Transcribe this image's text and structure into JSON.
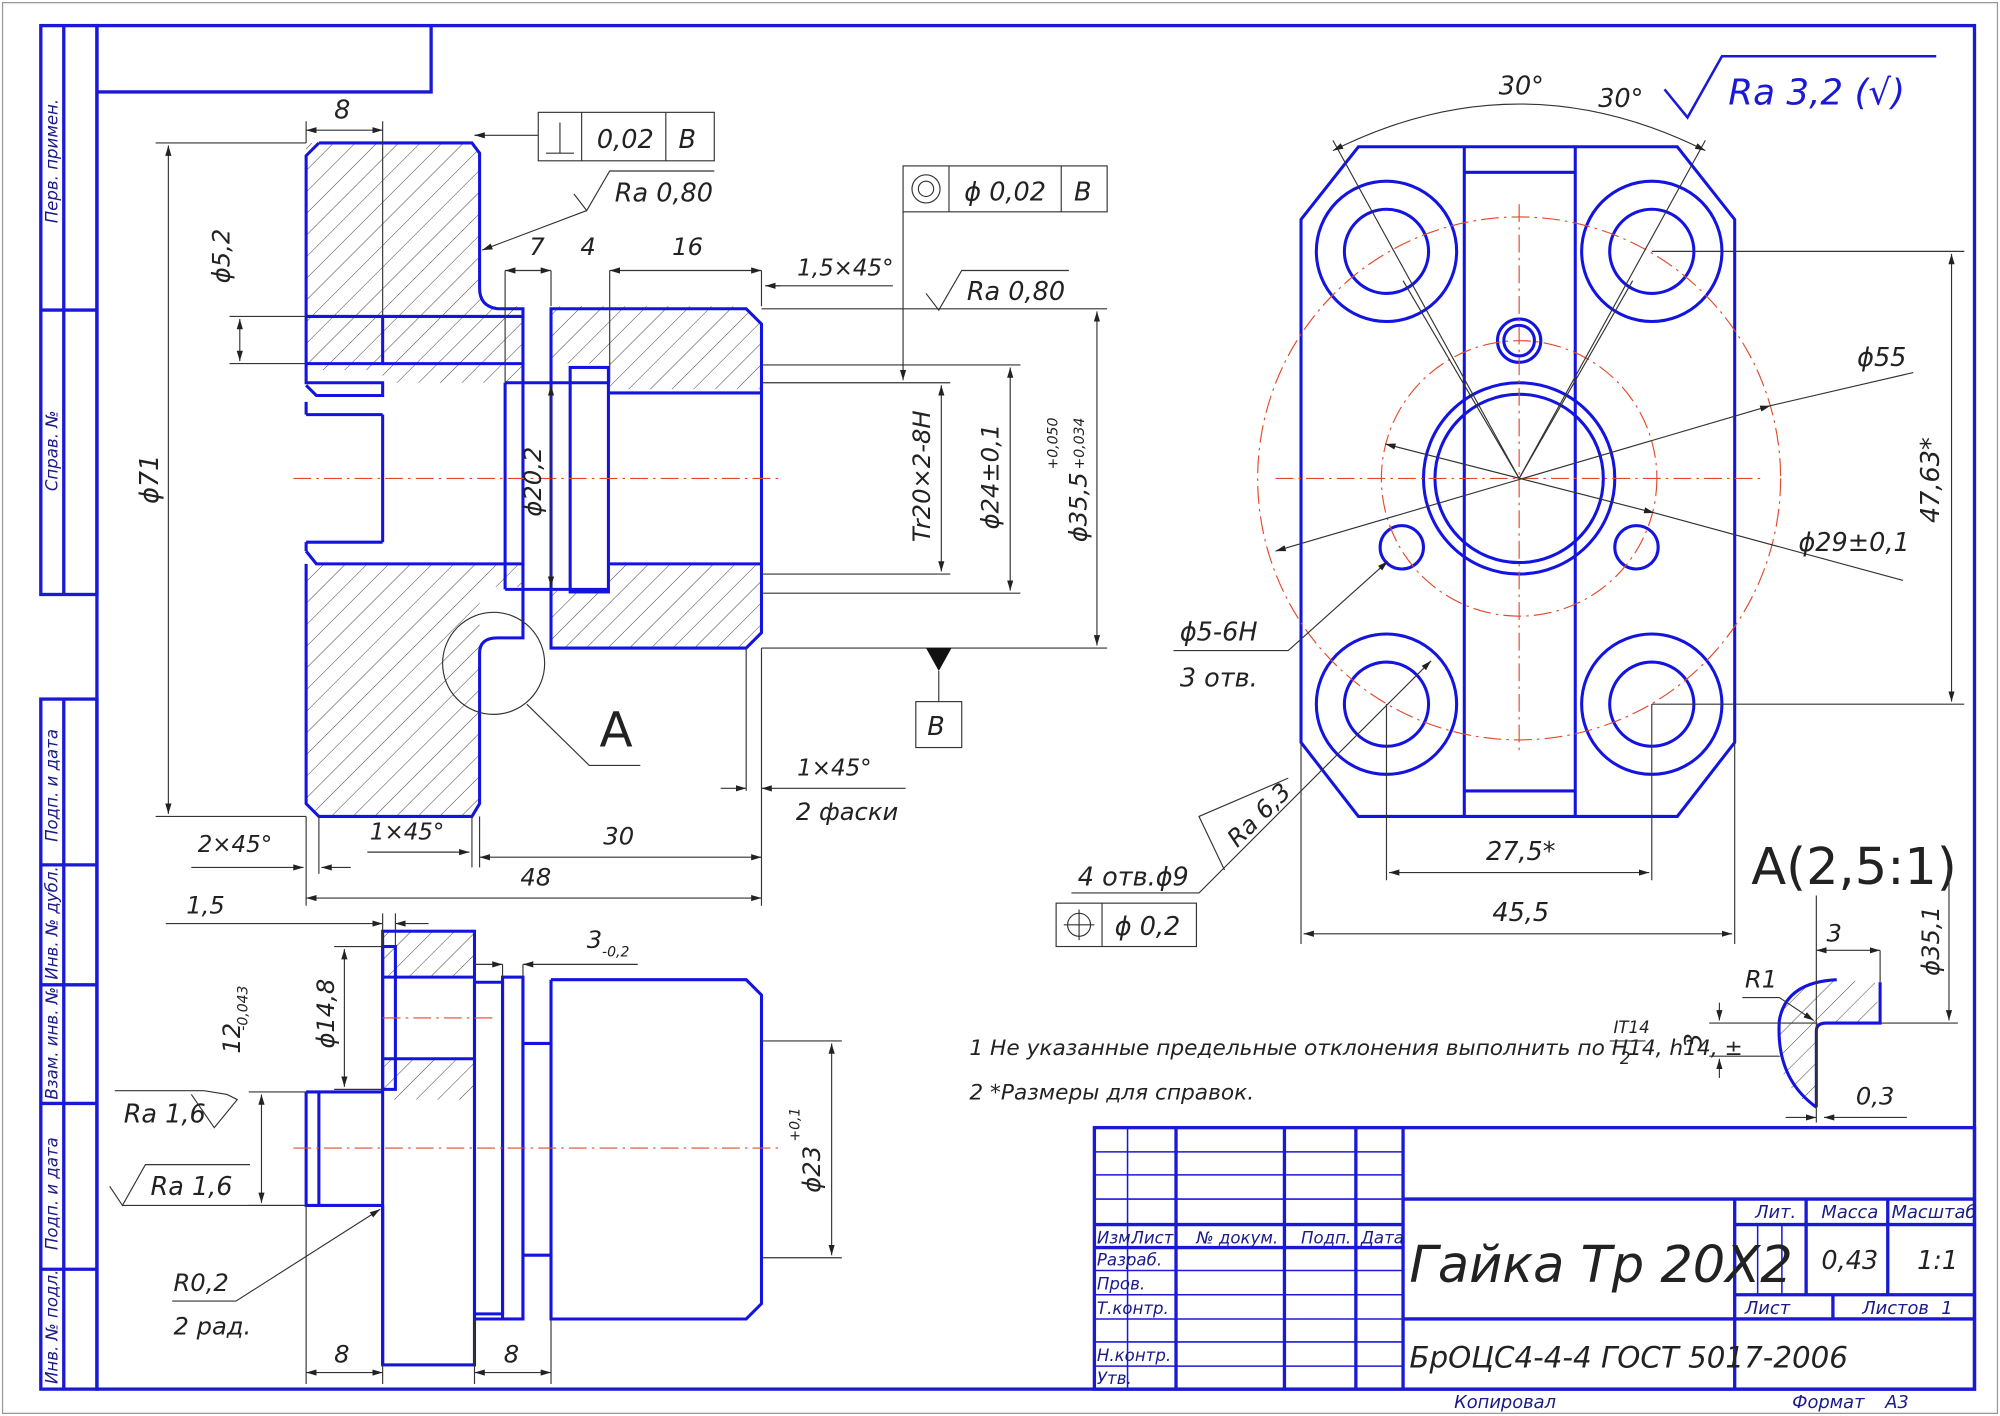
{
  "sidebar_stamps": [
    "Перв. примен.",
    "Справ. №",
    "Подп. и дата",
    "Инв. № дубл.",
    "Взам. инв. №",
    "Подп. и дата",
    "Инв. № подл."
  ],
  "dims_left": {
    "d8_top": "8",
    "d52": "ϕ5,2",
    "d71": "ϕ71",
    "d7": "7",
    "d4": "4",
    "d16": "16",
    "chamfer_top": "1,5×45°",
    "d202": "ϕ20,2",
    "thread": "Tr20×2-8H",
    "d24": "ϕ24±0,1",
    "d355": "ϕ35,5",
    "d355_tol_up": "+0,050",
    "d355_tol_lo": "+0,034",
    "chamfer_left": "2×45°",
    "chamfer_mid": "1×45°",
    "d30": "30",
    "d48": "48",
    "chamfer_right": "1×45°",
    "chamfer_right2": "2 фаски",
    "section_label": "А",
    "datum_label": "B"
  },
  "tolerance_frames": {
    "perp_value": "0,02",
    "perp_datum": "B",
    "conc_value": "ϕ 0,02",
    "conc_datum": "B",
    "pos_value": "ϕ 0,2"
  },
  "roughness": {
    "ra080_a": "Ra 0,80",
    "ra080_b": "Ra 0,80",
    "ra16_a": "Ra 1,6",
    "ra16_b": "Ra 1,6",
    "ra63": "Ra 6,3",
    "general": "Ra 3,2 (√)"
  },
  "dims_bottom": {
    "d15": "1,5",
    "d3": "3",
    "d3_tol": "-0,2",
    "d148": "ϕ14,8",
    "d12": "12",
    "d12_tol": "-0,043",
    "d23": "ϕ23",
    "d23_tol": "+0,1",
    "r02": "R0,2",
    "r02b": "2 рад.",
    "d8a": "8",
    "d8b": "8"
  },
  "dims_right": {
    "angle_a": "30°",
    "angle_b": "30°",
    "d55": "ϕ55",
    "d4763": "47,63*",
    "d29": "ϕ29±0,1",
    "d56": "ϕ5-6H",
    "d56b": "3 отв.",
    "d275": "27,5*",
    "d455": "45,5",
    "holes": "4 отв.ϕ9"
  },
  "detail": {
    "title": "А(2,5:1)",
    "r1": "R1",
    "d3a": "3",
    "d3b": "3",
    "d351": "ϕ35,1",
    "d03": "0,3"
  },
  "notes": [
    "1  Не указанные предельные отклонения выполнить по Н14, h14, ±",
    "2  *Размеры для справок."
  ],
  "note_fraction": {
    "num": "IT14",
    "den": "2"
  },
  "title_block": {
    "headers": [
      "Изм.",
      "Лист",
      "№ докум.",
      "Подп.",
      "Дата"
    ],
    "rows": [
      "Разраб.",
      "Пров.",
      "Т.контр.",
      "",
      "Н.контр.",
      "Утв."
    ],
    "part_name": "Гайка Тр 20Х2",
    "material": "БрОЦС4-4-4 ГОСТ 5017-2006",
    "lit_label": "Лит.",
    "mass_label": "Масса",
    "scale_label": "Масштаб",
    "mass": "0,43",
    "scale": "1:1",
    "sheet_label": "Лист",
    "sheets_label": "Листов",
    "sheets": "1"
  },
  "footer": {
    "copied": "Копировал",
    "format_label": "Формат",
    "format": "А3"
  }
}
